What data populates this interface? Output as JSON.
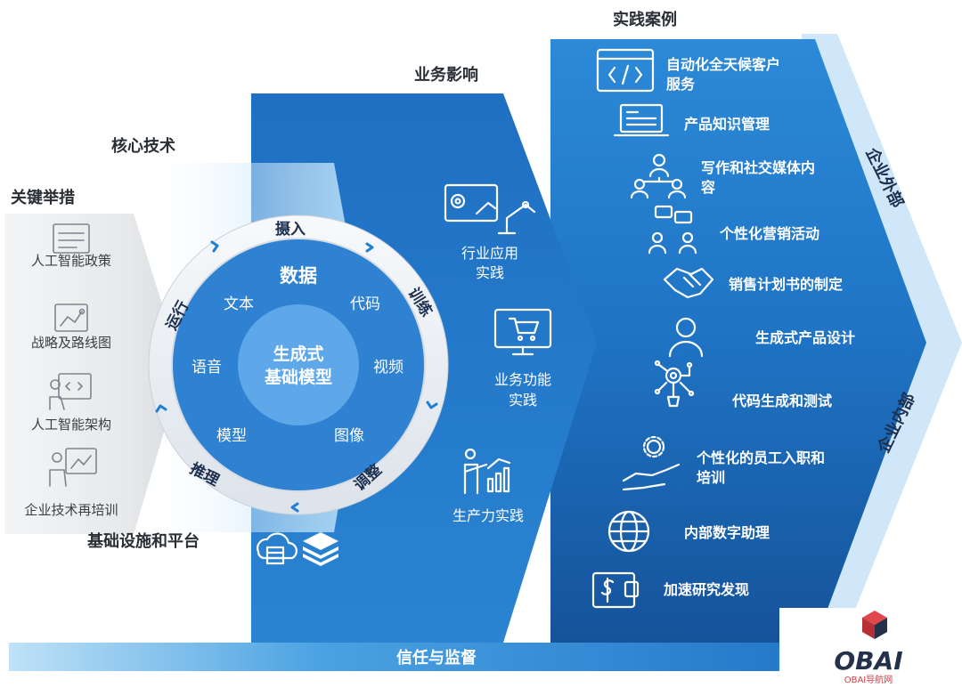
{
  "headings": {
    "key_measures": "关键举措",
    "core_tech": "核心技术",
    "business_impact": "业务影响",
    "cases": "实践案例",
    "infrastructure": "基础设施和平台",
    "trust": "信任与监督"
  },
  "key_measures": [
    {
      "label": "人工智能政策",
      "icon": "policy-doc-icon"
    },
    {
      "label": "战略及路线图",
      "icon": "roadmap-icon"
    },
    {
      "label": "人工智能架构",
      "icon": "architecture-icon"
    },
    {
      "label": "企业技术再培训",
      "icon": "training-icon"
    }
  ],
  "ring": {
    "top": "摄入",
    "right": "训练",
    "bottom_right": "调整",
    "bottom_left": "推理",
    "left": "运行"
  },
  "core": {
    "data": "数据",
    "center_line1": "生成式",
    "center_line2": "基础模型",
    "items": {
      "text": "文本",
      "code": "代码",
      "speech": "语音",
      "video": "视频",
      "model": "模型",
      "image": "图像"
    }
  },
  "impact": [
    {
      "line1": "行业应用",
      "line2": "实践",
      "icon": "robot-arm-icon"
    },
    {
      "line1": "业务功能",
      "line2": "实践",
      "icon": "shopping-cart-icon"
    },
    {
      "line1": "生产力实践",
      "line2": "",
      "icon": "productivity-icon"
    }
  ],
  "cases": [
    {
      "line1": "自动化全天候客户",
      "line2": "服务",
      "icon": "code-window-icon"
    },
    {
      "line1": "产品知识管理",
      "line2": "",
      "icon": "laptop-icon"
    },
    {
      "line1": "写作和社交媒体内",
      "line2": "容",
      "icon": "social-network-icon"
    },
    {
      "line1": "个性化营销活动",
      "line2": "",
      "icon": "chat-people-icon"
    },
    {
      "line1": "销售计划书的制定",
      "line2": "",
      "icon": "handshake-icon"
    },
    {
      "line1": "生成式产品设计",
      "line2": "",
      "icon": "person-icon"
    },
    {
      "line1": "代码生成和测试",
      "line2": "",
      "icon": "circuit-brain-icon"
    },
    {
      "line1": "个性化的员工入职和",
      "line2": "培训",
      "icon": "gear-hand-icon"
    },
    {
      "line1": "内部数字助理",
      "line2": "",
      "icon": "globe-icon"
    },
    {
      "line1": "加速研究发现",
      "line2": "",
      "icon": "wallet-icon"
    }
  ],
  "side_labels": {
    "external": "企业外部",
    "internal": "企业内部"
  },
  "watermark": {
    "brand": "OBAI",
    "tagline": "OBAI导航网"
  },
  "colors": {
    "blue_dark": "#1565b8",
    "blue_mid": "#2b86d6",
    "ring": "#eef2f6",
    "core": "#2d7fd3",
    "center": "#5aa6e8"
  }
}
